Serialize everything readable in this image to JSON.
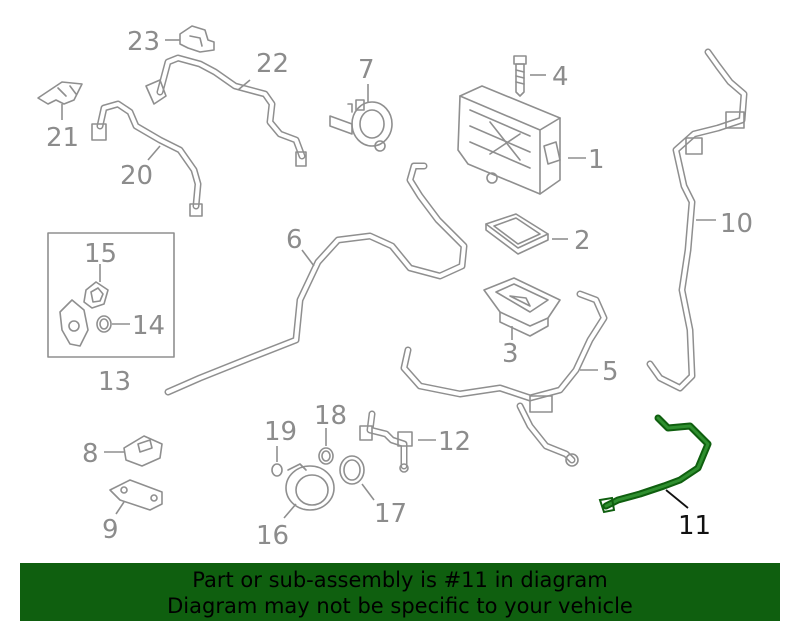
{
  "callouts": {
    "c1": "1",
    "c2": "2",
    "c3": "3",
    "c4": "4",
    "c5": "5",
    "c6": "6",
    "c7": "7",
    "c8": "8",
    "c9": "9",
    "c10": "10",
    "c11": "11",
    "c12": "12",
    "c13": "13",
    "c14": "14",
    "c15": "15",
    "c16": "16",
    "c17": "17",
    "c18": "18",
    "c19": "19",
    "c20": "20",
    "c21": "21",
    "c22": "22",
    "c23": "23"
  },
  "highlighted_part": "11",
  "colors": {
    "highlight": "#0f5f0f",
    "line": "#8f8f8f",
    "label": "#8c8c8c",
    "banner": "#0f5f0f"
  },
  "banner": {
    "line1": "Part or sub-assembly is #11 in diagram",
    "line2": "Diagram may not be specific to your vehicle"
  }
}
